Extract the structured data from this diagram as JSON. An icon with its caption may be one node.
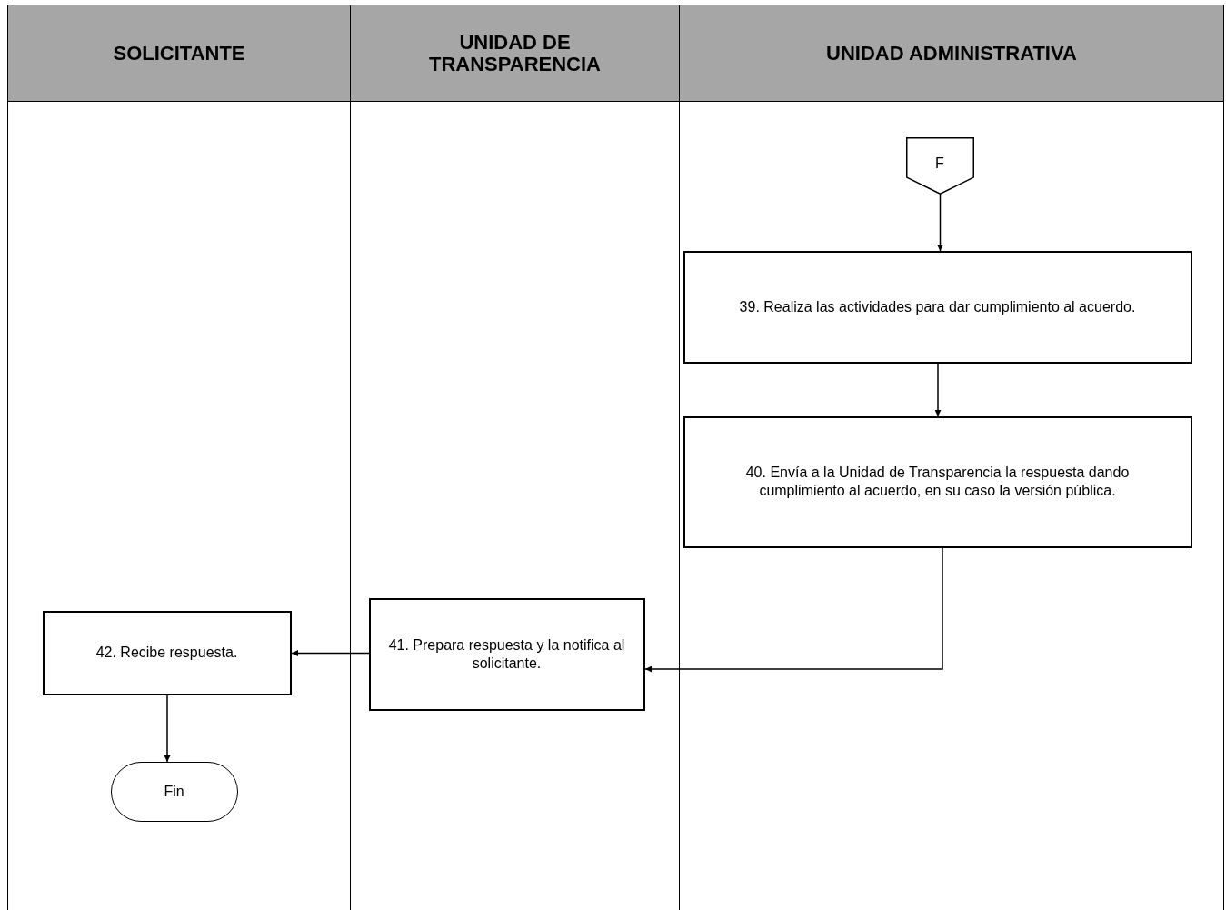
{
  "diagram": {
    "nodes": [
      {
        "text": [
          "SOLICITANTE"
        ]
      },
      {
        "text": [
          "UNIDAD DE TRANSPARENCIA"
        ]
      },
      {
        "text": [
          "UNIDAD ADMINISTRATIVA"
        ]
      },
      {
        "text": [
          "F"
        ],
        "in": 2
      },
      {
        "text": [
          "39. Realiza las actividades para dar cumplimiento al acuerdo."
        ],
        "in": 2
      },
      {
        "text": [
          "40. Envía a la Unidad de Transparencia la respuesta dando cumplimiento al acuerdo, en su caso la versión pública."
        ],
        "in": 2
      },
      {
        "text": [
          "41. Prepara respuesta y la notifica al solicitante."
        ],
        "in": 1
      },
      {
        "text": [
          "42. Recibe respuesta."
        ],
        "in": 0
      },
      {
        "text": [
          "Fin"
        ],
        "in": 0
      }
    ],
    "edges": [
      {
        "from": 3,
        "to": 4,
        "arrow": "to"
      },
      {
        "from": 4,
        "to": 5,
        "arrow": "to"
      },
      {
        "from": 5,
        "to": 6,
        "arrow": "to"
      },
      {
        "from": 6,
        "to": 7,
        "arrow": "to"
      },
      {
        "from": 7,
        "to": 8,
        "arrow": "to"
      }
    ]
  }
}
